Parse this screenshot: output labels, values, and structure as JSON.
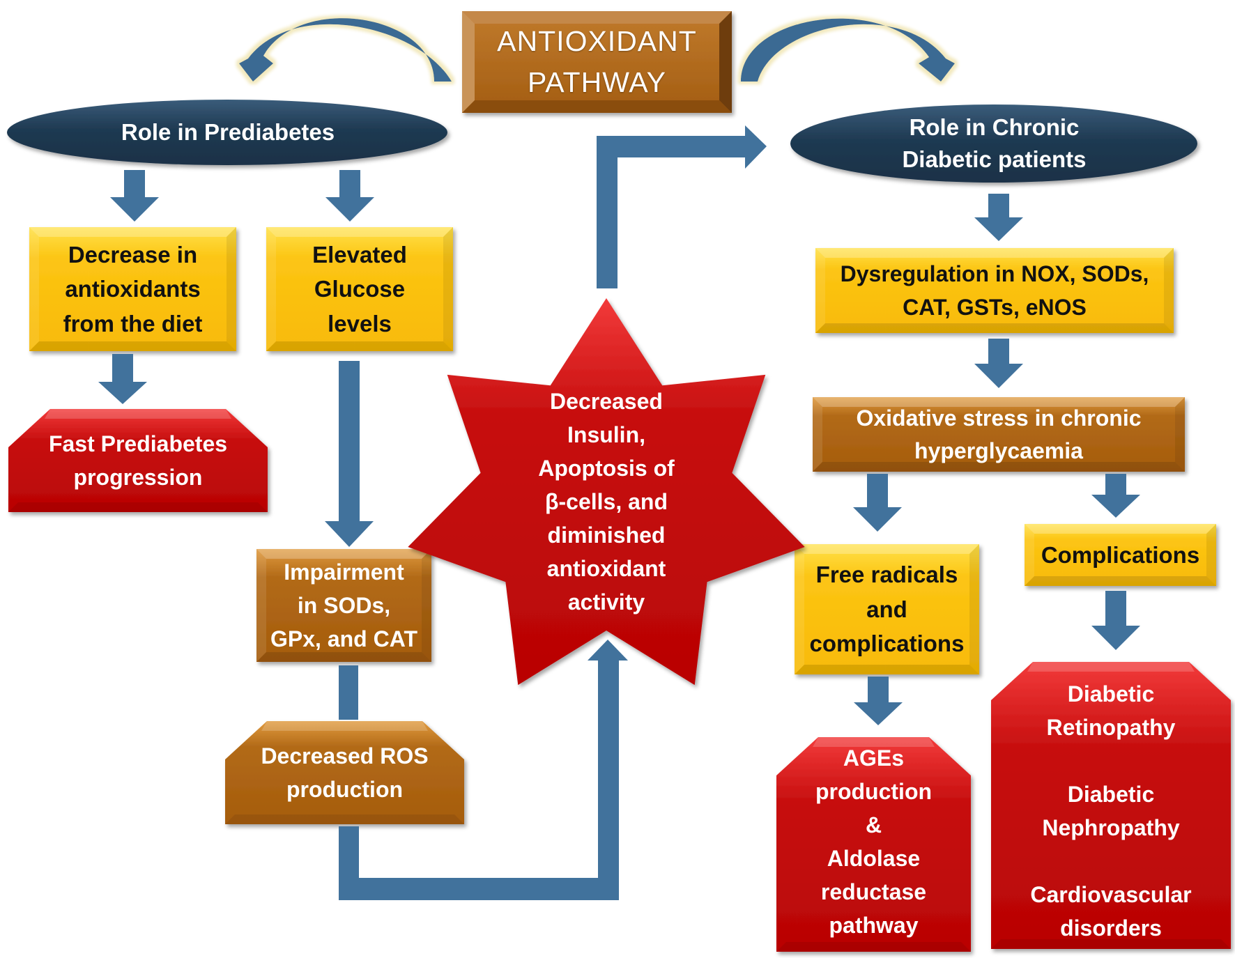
{
  "title": {
    "line1": "ANTIOXIDANT",
    "line2": "PATHWAY",
    "text": "ANTIOXIDANT\nPATHWAY"
  },
  "colors": {
    "arrow": "#41729c",
    "yellow": "#fbbf0a",
    "brown": "#a8620f",
    "red": "#c00a0a",
    "navy": "#1f3a52",
    "glow": "#f2e9bd"
  },
  "left_branch": {
    "header": "Role in  Prediabetes",
    "decrease_antioxidants": "Decrease in\nantioxidants\nfrom the diet",
    "elevated_glucose": "Elevated\nGlucose\nlevels",
    "fast_progression": "Fast Prediabetes\nprogression",
    "impairment": "Impairment\nin SODs,\nGPx, and CAT",
    "decreased_ros": "Decreased ROS\nproduction"
  },
  "center": {
    "star_text": "Decreased\nInsulin,\nApoptosis of\nβ-cells, and\ndiminished\nantioxidant\nactivity"
  },
  "right_branch": {
    "header": "Role in  Chronic\nDiabetic patients",
    "dysregulation": "Dysregulation in NOX, SODs,\nCAT, GSTs, eNOS",
    "oxidative_stress": "Oxidative stress in chronic\nhyperglycaemia",
    "free_radicals": "Free radicals\nand\ncomplications",
    "complications": "Complications",
    "ages": "AGEs\nproduction\n&\nAldolase\nreductase\npathway",
    "disorders": "Diabetic\nRetinopathy\n\nDiabetic\nNephropathy\n\nCardiovascular\ndisorders"
  }
}
